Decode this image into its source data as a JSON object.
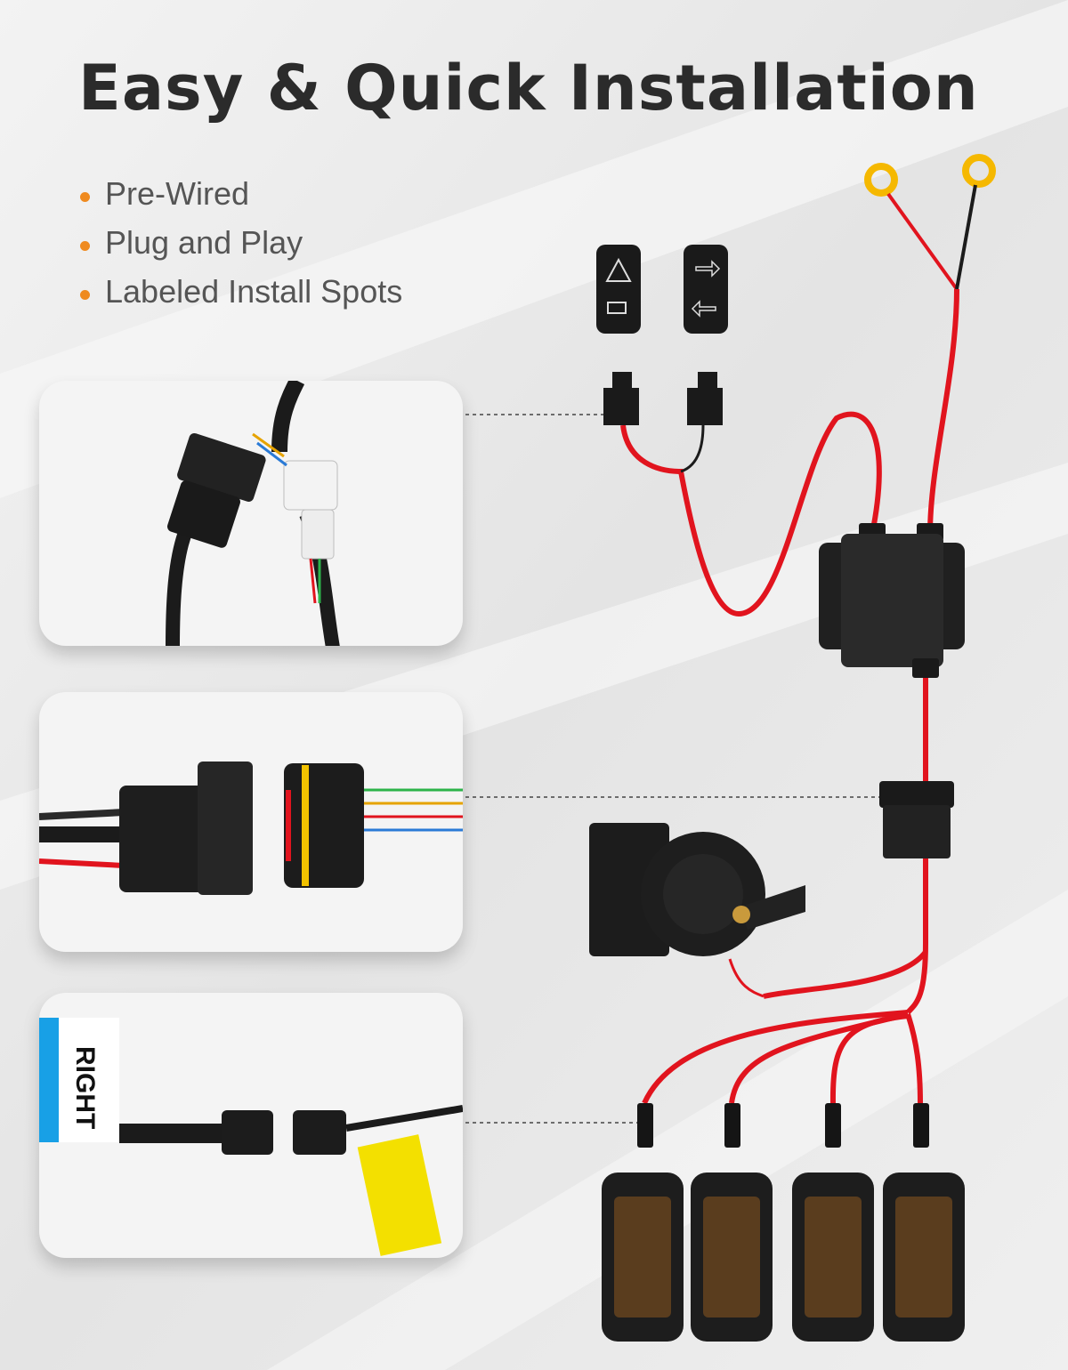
{
  "title": "Easy & Quick Installation",
  "features": [
    "Pre-Wired",
    "Plug and Play",
    "Labeled Install Spots"
  ],
  "panels": {
    "connector_label_text": "RIGHT"
  },
  "colors": {
    "bullet": "#ef8a1f",
    "wire": "#e1141e",
    "ring": "#f5b800",
    "title": "#2b2b2b"
  }
}
